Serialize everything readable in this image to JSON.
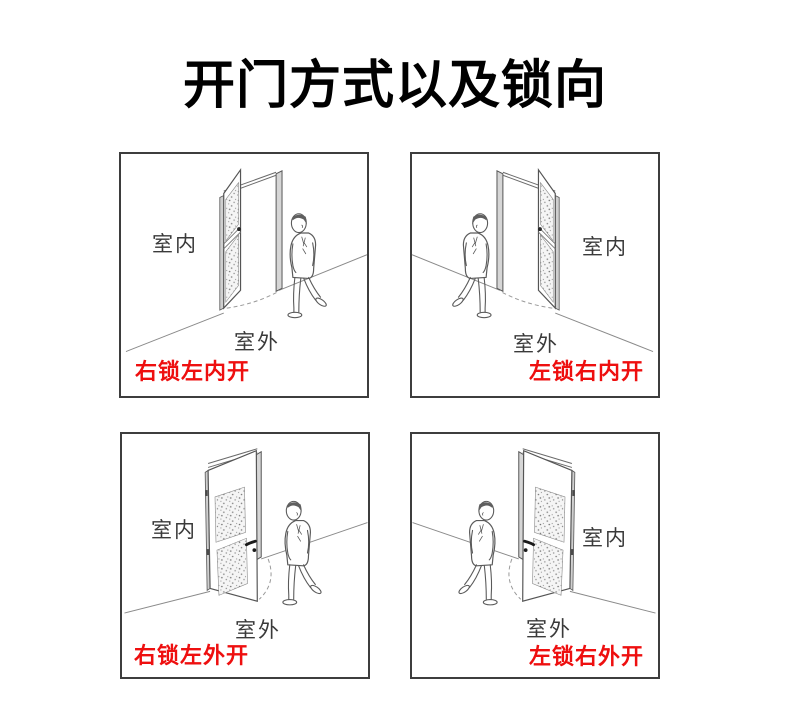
{
  "title": "开门方式以及锁向",
  "colors": {
    "caption_red": "#ee0f0f",
    "label_gray": "#3a3a3a",
    "line_art_gray": "#5a5a5a",
    "panel_border": "#3d3d3d",
    "background": "#ffffff"
  },
  "panels": [
    {
      "id": "top-left",
      "scene": "door-opens-inward-person-right",
      "indoor_label": "室内",
      "outdoor_label": "室外",
      "caption": "右锁左内开"
    },
    {
      "id": "top-right",
      "scene": "door-opens-inward-person-left",
      "indoor_label": "室内",
      "outdoor_label": "室外",
      "caption": "左锁右内开"
    },
    {
      "id": "bottom-left",
      "scene": "door-opens-outward-person-right",
      "indoor_label": "室内",
      "outdoor_label": "室外",
      "caption": "右锁左外开"
    },
    {
      "id": "bottom-right",
      "scene": "door-opens-outward-person-left",
      "indoor_label": "室内",
      "outdoor_label": "室外",
      "caption": "左锁右外开"
    }
  ]
}
